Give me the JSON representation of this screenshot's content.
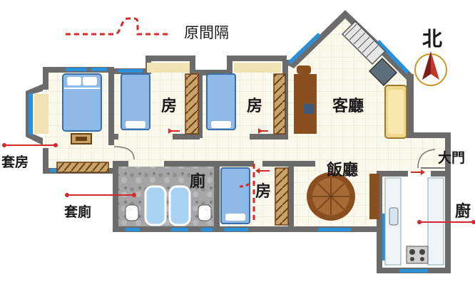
{
  "legend": {
    "label": "原間隔",
    "line_color": "#d42a2a"
  },
  "compass": {
    "label": "北"
  },
  "rooms": {
    "bedroom_1": "房",
    "bedroom_2": "房",
    "bedroom_3": "房",
    "living_room": "客廳",
    "dining_room": "飯廳",
    "bathroom": "廁",
    "kitchen": "廚"
  },
  "callouts": {
    "master_bedroom": "套房",
    "master_bath": "套廁",
    "main_door": "大門"
  },
  "colors": {
    "wall": "#6b6b6b",
    "floor": "#fbf8ec",
    "window": "#2a90d8",
    "wood": "#8a4f1e",
    "bed_sheet": "#8fb9e6",
    "marble": "#9a9a9a",
    "callout_line": "#d42a2a"
  }
}
